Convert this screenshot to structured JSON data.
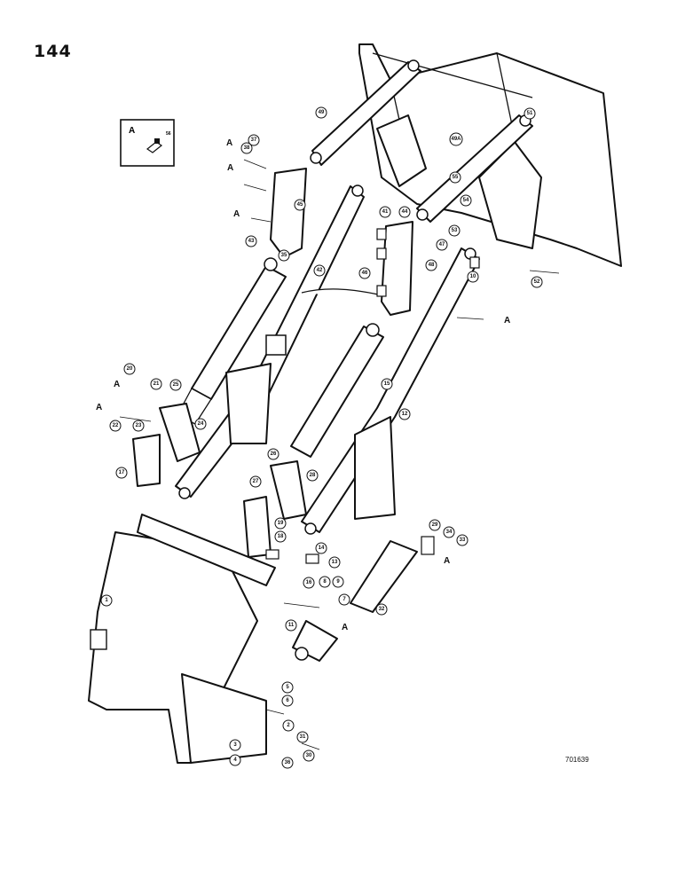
{
  "page": {
    "number": "144",
    "drawing_number": "701639"
  },
  "inset": {
    "label": "A",
    "callout": "56"
  },
  "a_marker": "A",
  "callouts": [
    "1",
    "2",
    "3",
    "4",
    "5",
    "6",
    "7",
    "8",
    "9",
    "10",
    "11",
    "12",
    "13",
    "14",
    "15",
    "16",
    "17",
    "18",
    "19",
    "20",
    "21",
    "22",
    "23",
    "24",
    "25",
    "26",
    "27",
    "28",
    "29",
    "30",
    "31",
    "32",
    "33",
    "34",
    "35",
    "36",
    "37",
    "38",
    "41",
    "42",
    "43",
    "44",
    "45",
    "46",
    "47",
    "48",
    "49",
    "51",
    "52",
    "53",
    "54",
    "55",
    "49A"
  ],
  "colors": {
    "ink": "#111111",
    "paper": "#ffffff"
  }
}
